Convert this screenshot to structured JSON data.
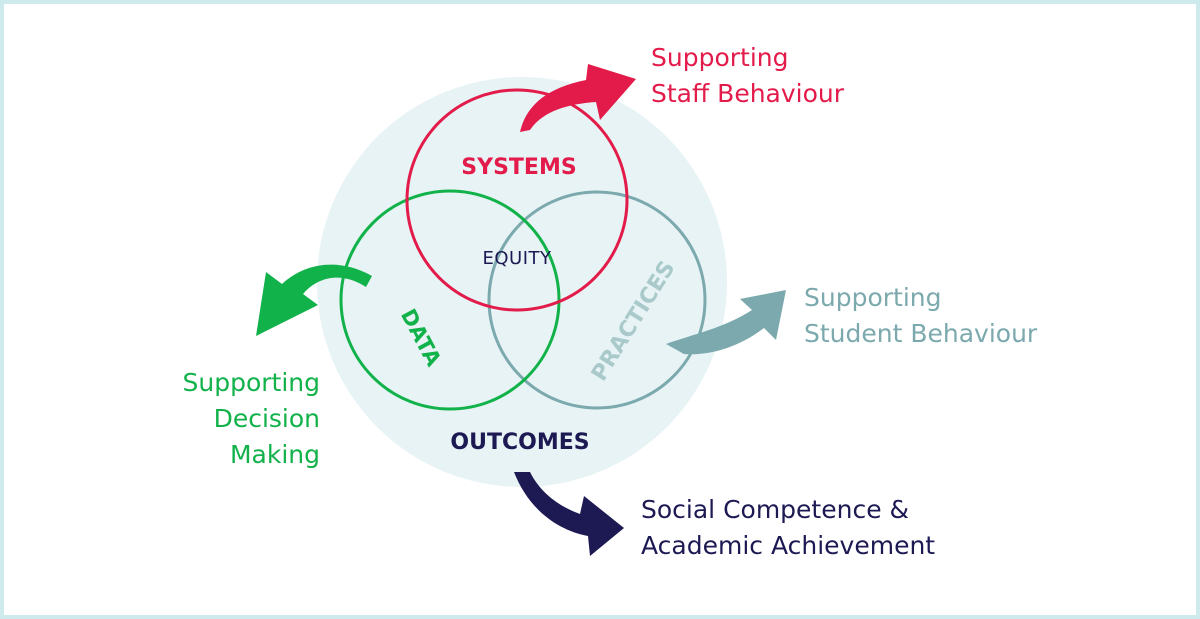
{
  "diagram": {
    "core": {
      "systems": "SYSTEMS",
      "equity": "EQUITY",
      "data": "DATA",
      "practices": "PRACTICES",
      "outcomes": "OUTCOMES"
    },
    "supports": {
      "staff": [
        "Supporting",
        "Staff Behaviour"
      ],
      "student": [
        "Supporting",
        "Student Behaviour"
      ],
      "decision": [
        "Supporting",
        "Decision",
        "Making"
      ],
      "social": [
        "Social Competence &",
        "Academic Achievement"
      ]
    },
    "colors": {
      "systems": "#e31b4a",
      "data": "#12b24b",
      "practices": "#7ba9ad",
      "outcomes": "#1c1953",
      "background_circle": "#e7f3f4",
      "frame": "#cfeaec"
    }
  }
}
